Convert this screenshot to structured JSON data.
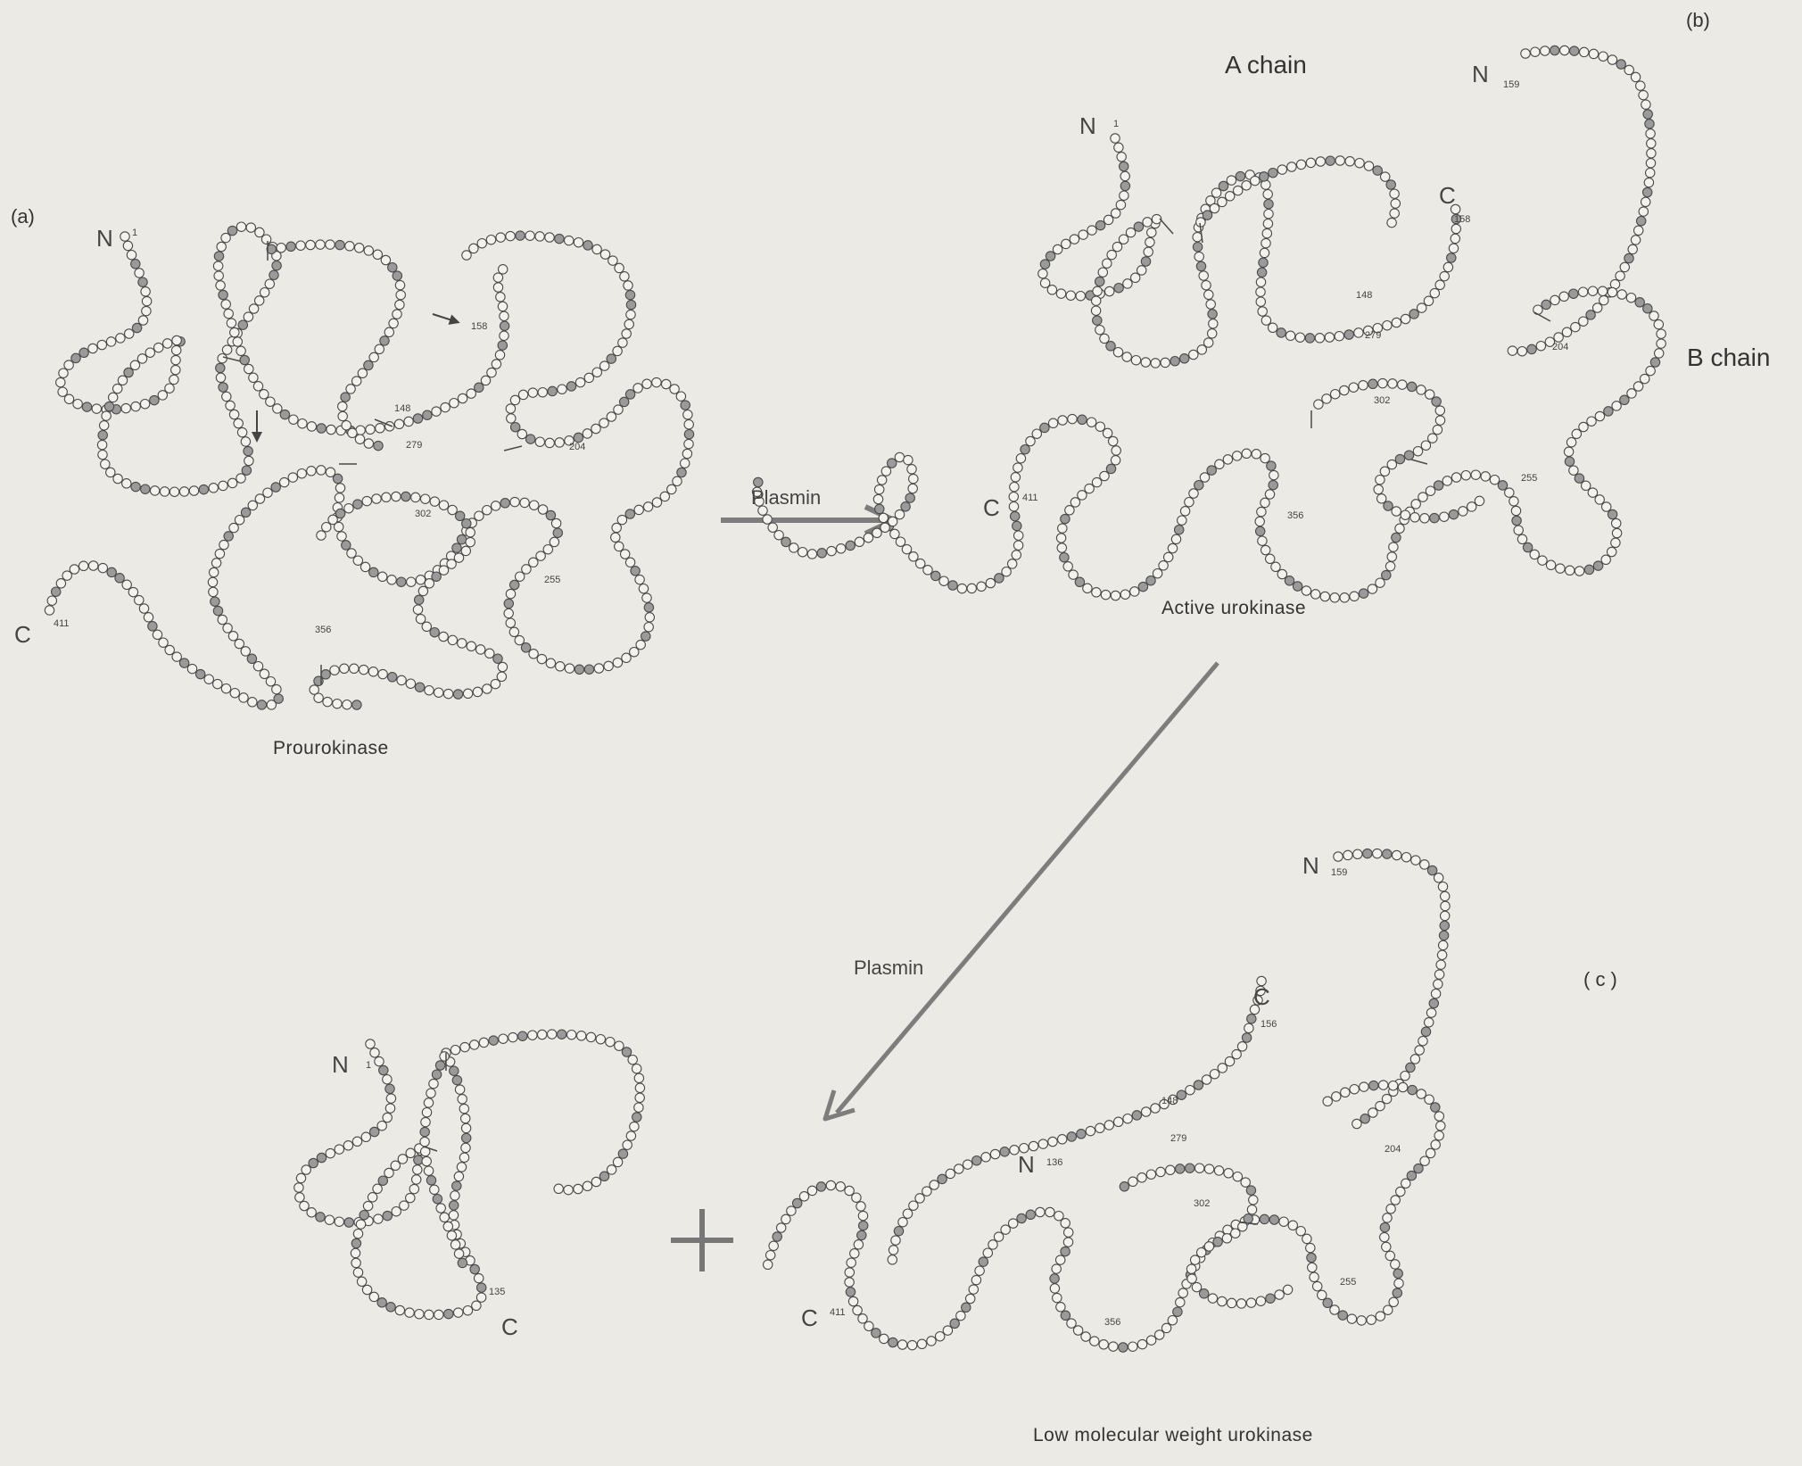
{
  "panels": {
    "a": "(a)",
    "b": "(b)",
    "c": "( c )"
  },
  "captions": {
    "prourokinase": "Prourokinase",
    "active": "Active urokinase",
    "lmw": "Low molecular  weight  urokinase"
  },
  "chains": {
    "a_chain": "A chain",
    "b_chain": "B chain"
  },
  "enzyme": {
    "plasmin_1": "Plasmin",
    "plasmin_2": "Plasmin"
  },
  "termini": {
    "N": "N",
    "C": "C"
  },
  "residue_numbers": {
    "n1": "1",
    "n411": "411",
    "n158": "158",
    "n159": "159",
    "n148": "148",
    "n279": "279",
    "n302": "302",
    "n204": "204",
    "n255": "255",
    "n356": "356",
    "n135": "135",
    "n136": "136",
    "n156": "156"
  },
  "colors": {
    "background": "#eceae4",
    "ink": "#4a4a4a",
    "arrow": "#7d7d7d"
  }
}
